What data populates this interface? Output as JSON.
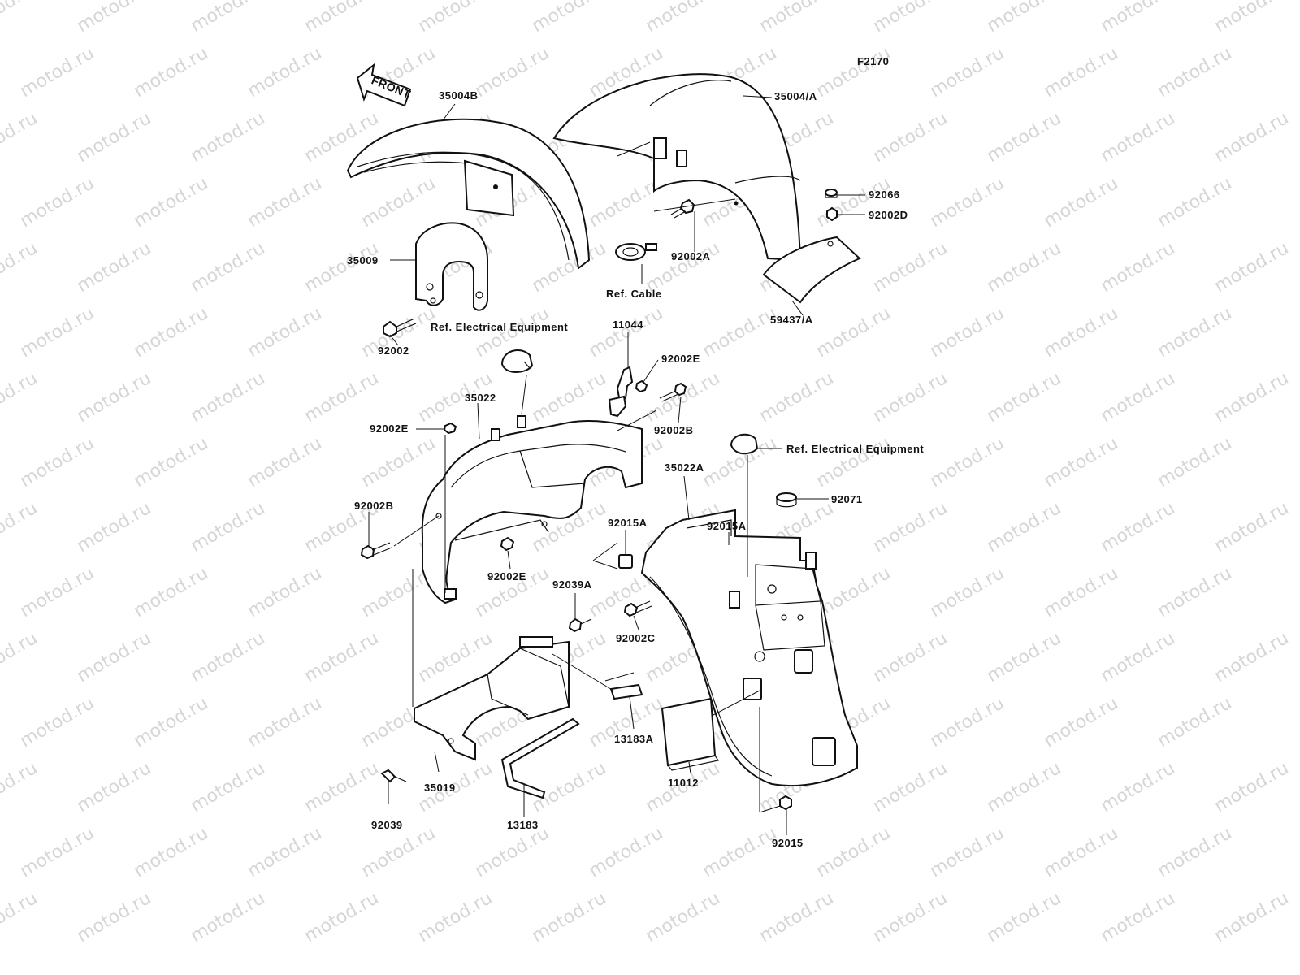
{
  "diagram": {
    "figure_code": "F2170",
    "front_arrow_text": "FRONT",
    "watermark_text": "motod.ru",
    "labels": {
      "p35004B": "35004B",
      "p35004A": "35004/A",
      "p92066": "92066",
      "p92002D": "92002D",
      "p35009": "35009",
      "p92002A": "92002A",
      "refCable": "Ref. Cable",
      "p59437A": "59437/A",
      "p92002": "92002",
      "refElec1": "Ref. Electrical Equipment",
      "p11044": "11044",
      "p92002E_top": "92002E",
      "p35022": "35022",
      "p92002E_left": "92002E",
      "p92002B_right": "92002B",
      "refElec2": "Ref. Electrical Equipment",
      "p35022A": "35022A",
      "p92071": "92071",
      "p92002B_left": "92002B",
      "p92015A_left": "92015A",
      "p92015A_right": "92015A",
      "p92002E_bottom": "92002E",
      "p92039A": "92039A",
      "p92002C": "92002C",
      "p13183A": "13183A",
      "p11012": "11012",
      "p35019": "35019",
      "p92039": "92039",
      "p13183": "13183",
      "p92015": "92015"
    }
  }
}
